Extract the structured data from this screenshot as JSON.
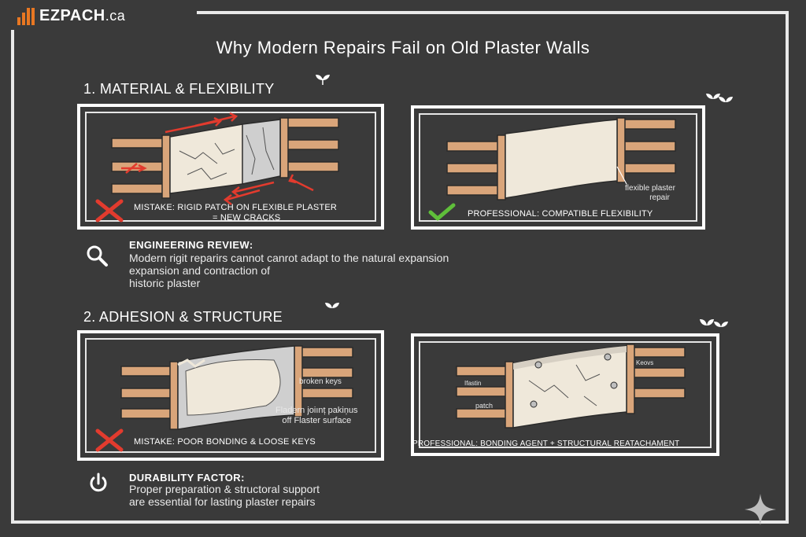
{
  "brand": {
    "name": "EZPACH",
    "tld": ".ca"
  },
  "title": "Why Modern Repairs Fail on Old Plaster Walls",
  "sections": [
    {
      "heading": "1. MATERIAL & FLEXIBILITY",
      "mistake_caption_line1": "MISTAKE: RIGID PATCH ON FLEXIBLE PLASTER",
      "mistake_caption_line2": "= NEW CRACKS",
      "pro_caption": "PROFESSIONAL: COMPATIBLE FLEXIBILITY",
      "pro_note_line1": "flexible plaster",
      "pro_note_line2": "repair",
      "review_title": "ENGINEERING REVIEW:",
      "review_line1": "Modern rigit reparirs cannot canrot adapt to the natural expansion",
      "review_line2": "expansion and contraction of",
      "review_line3": "historic plaster"
    },
    {
      "heading": "2. ADHESION & STRUCTURE",
      "mistake_caption": "MISTAKE: POOR BONDING & LOOSE KEYS",
      "mistake_note_keys": "broken keys",
      "mistake_note_line1": "Fladern joiınț pakiņus",
      "mistake_note_line2": "off Flaster surface",
      "pro_caption": "PROFESSIONAL: BONDING AGENT + STRUCTURAL REATACHAMENT",
      "pro_note_keys": "Keovs",
      "pro_note_plaster": "Ifastin",
      "pro_note_patch": "patch",
      "review_title": "DURABILITY FACTOR:",
      "review_line1": "Proper preparation & structoral support",
      "review_line2": "are essential for lasting plaster repairs"
    }
  ],
  "colors": {
    "background": "#3a3a3a",
    "wood": "#d9a57a",
    "plaster": "#efe8da",
    "mistake": "#e23b2e",
    "professional": "#5fbf3a",
    "logo": "#e87722"
  },
  "icons": [
    "logo-bars-icon",
    "sprout-icon",
    "cross-icon",
    "check-icon",
    "magnifier-icon",
    "power-icon",
    "sparkle-icon"
  ]
}
